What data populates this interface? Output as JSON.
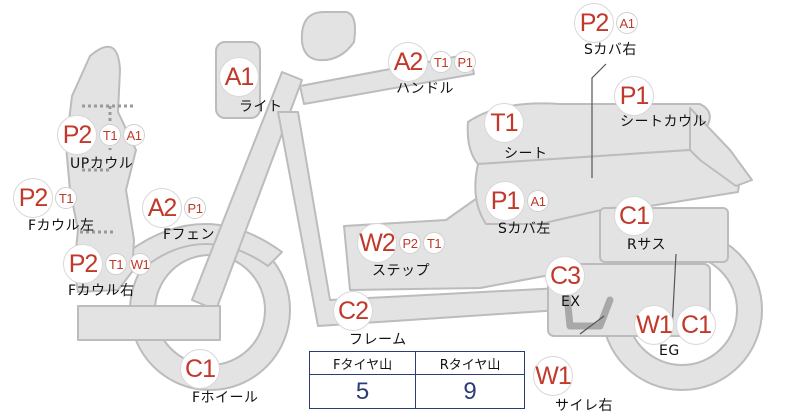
{
  "parts": [
    {
      "id": "light",
      "label": "ライト",
      "codes": [
        "A1"
      ]
    },
    {
      "id": "handle",
      "label": "ハンドル",
      "codes": [
        "A2",
        "T1",
        "P1"
      ]
    },
    {
      "id": "s-cover-right",
      "label": "Sカバ右",
      "codes": [
        "P2",
        "A1"
      ]
    },
    {
      "id": "seat-cowl",
      "label": "シートカウル",
      "codes": [
        "P1"
      ]
    },
    {
      "id": "seat",
      "label": "シート",
      "codes": [
        "T1"
      ]
    },
    {
      "id": "up-cowl",
      "label": "UPカウル",
      "codes": [
        "P2",
        "T1",
        "A1"
      ]
    },
    {
      "id": "f-cowl-left",
      "label": "Fカウル左",
      "codes": [
        "P2",
        "T1"
      ]
    },
    {
      "id": "f-fender",
      "label": "Fフェン",
      "codes": [
        "A2",
        "P1"
      ]
    },
    {
      "id": "s-cover-left",
      "label": "Sカバ左",
      "codes": [
        "P1",
        "A1"
      ]
    },
    {
      "id": "r-suspension",
      "label": "Rサス",
      "codes": [
        "C1"
      ]
    },
    {
      "id": "step",
      "label": "ステップ",
      "codes": [
        "W2",
        "P2",
        "T1"
      ]
    },
    {
      "id": "f-cowl-right",
      "label": "Fカウル右",
      "codes": [
        "P2",
        "T1",
        "W1"
      ]
    },
    {
      "id": "exhaust",
      "label": "EX",
      "codes": [
        "C3"
      ]
    },
    {
      "id": "frame",
      "label": "フレーム",
      "codes": [
        "C2"
      ]
    },
    {
      "id": "engine",
      "label": "EG",
      "codes": [
        "W1",
        "C1"
      ]
    },
    {
      "id": "f-wheel",
      "label": "Fホイール",
      "codes": [
        "C1"
      ]
    },
    {
      "id": "silencer-right",
      "label": "サイレ右",
      "codes": [
        "W1"
      ]
    }
  ],
  "tread_table": {
    "headers": [
      "Fタイヤ山",
      "Rタイヤ山"
    ],
    "values": [
      "5",
      "9"
    ]
  },
  "colors": {
    "body_fill": "#e3e3e3",
    "body_stroke": "#bcbcbc",
    "code_red": "#c0392b",
    "table_blue": "#2b3d78"
  }
}
